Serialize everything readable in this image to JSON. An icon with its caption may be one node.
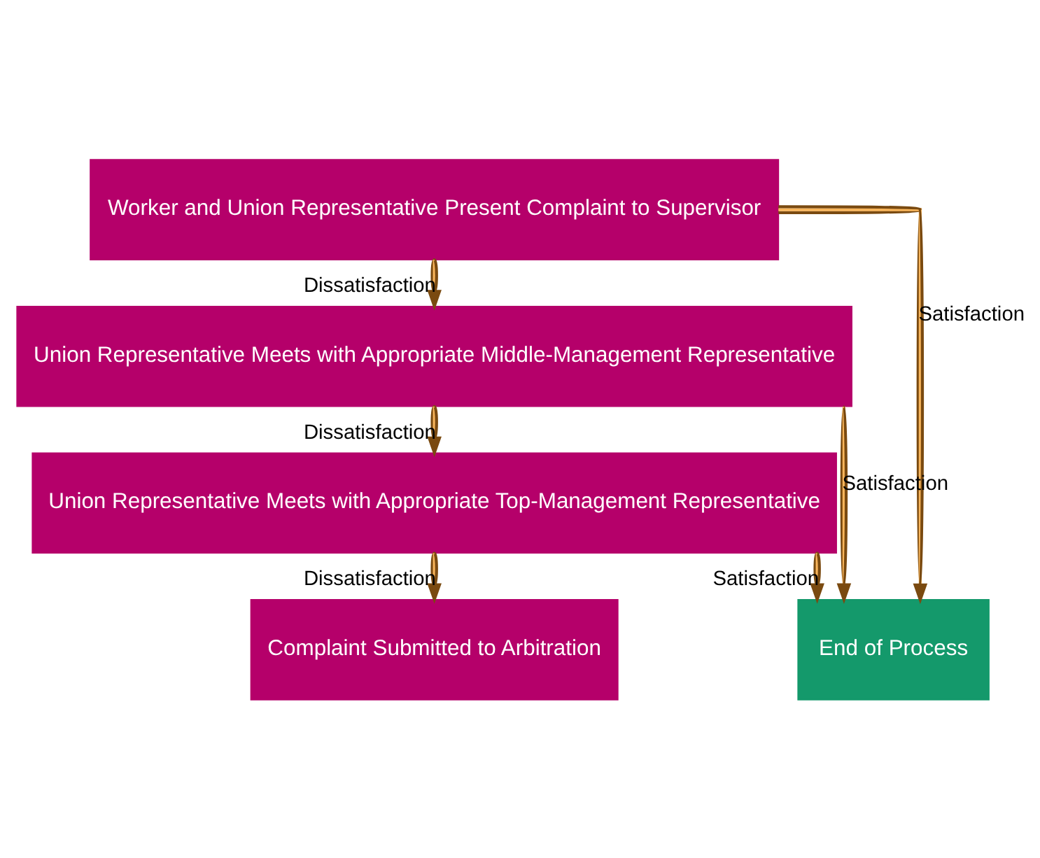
{
  "diagram": {
    "nodes": [
      {
        "text": [
          "Worker and Union Representative Present Complaint to Supervisor"
        ]
      },
      {
        "text": [
          "Union Representative Meets with Appropriate Middle-Management Representative"
        ]
      },
      {
        "text": [
          "Union Representative Meets with Appropriate Top-Management Representative"
        ]
      },
      {
        "text": [
          "Complaint Submitted to Arbitration"
        ]
      },
      {
        "text": [
          "End of Process"
        ]
      }
    ],
    "edges": [
      {
        "from": 0,
        "to": 1,
        "arrow": "to",
        "label": "Dissatisfaction"
      },
      {
        "from": 0,
        "to": 4,
        "arrow": "to",
        "label": "Satisfaction"
      },
      {
        "from": 1,
        "to": 2,
        "arrow": "to",
        "label": "Dissatisfaction"
      },
      {
        "from": 1,
        "to": 4,
        "arrow": "to",
        "label": "Satisfaction"
      },
      {
        "from": 2,
        "to": 3,
        "arrow": "to",
        "label": "Dissatisfaction"
      },
      {
        "from": 2,
        "to": 4,
        "arrow": "to",
        "label": "Satisfaction"
      }
    ]
  }
}
